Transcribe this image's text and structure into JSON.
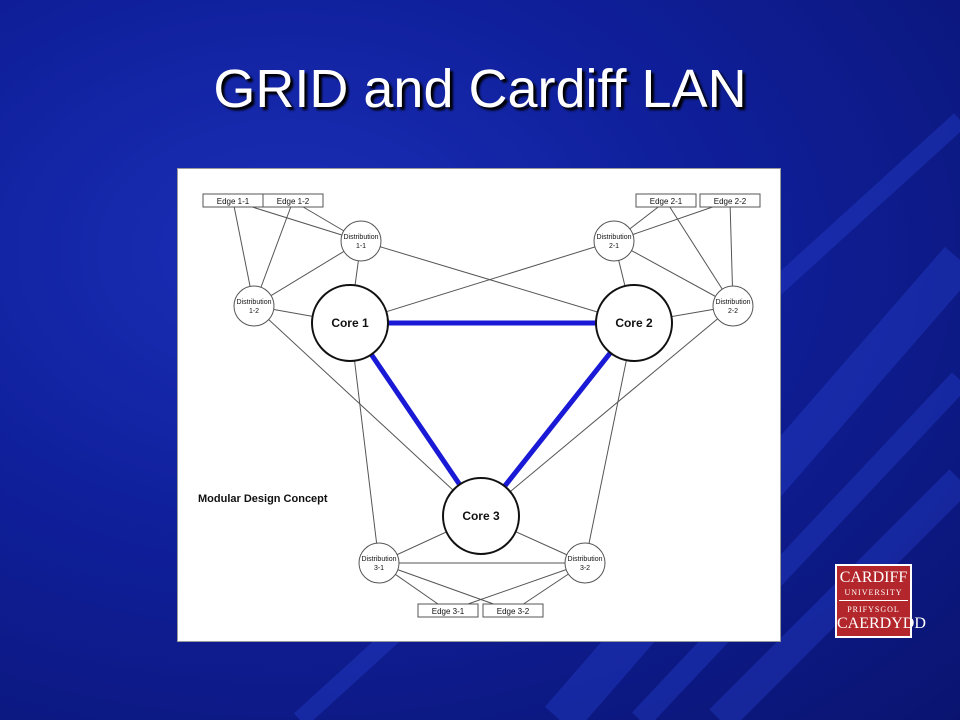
{
  "slide": {
    "title": "GRID and Cardiff LAN"
  },
  "diagram": {
    "caption": "Modular Design Concept",
    "cores": [
      {
        "id": "c1",
        "label": "Core 1"
      },
      {
        "id": "c2",
        "label": "Core 2"
      },
      {
        "id": "c3",
        "label": "Core 3"
      }
    ],
    "distributions": [
      {
        "id": "d11",
        "line1": "Distribution",
        "line2": "1-1"
      },
      {
        "id": "d12",
        "line1": "Distribution",
        "line2": "1-2"
      },
      {
        "id": "d21",
        "line1": "Distribution",
        "line2": "2-1"
      },
      {
        "id": "d22",
        "line1": "Distribution",
        "line2": "2-2"
      },
      {
        "id": "d31",
        "line1": "Distribution",
        "line2": "3-1"
      },
      {
        "id": "d32",
        "line1": "Distribution",
        "line2": "3-2"
      }
    ],
    "edges": [
      {
        "id": "e11",
        "label": "Edge 1-1"
      },
      {
        "id": "e12",
        "label": "Edge 1-2"
      },
      {
        "id": "e21",
        "label": "Edge 2-1"
      },
      {
        "id": "e22",
        "label": "Edge 2-2"
      },
      {
        "id": "e31",
        "label": "Edge 3-1"
      },
      {
        "id": "e32",
        "label": "Edge 3-2"
      }
    ],
    "core_links": [
      [
        "c1",
        "c2"
      ],
      [
        "c2",
        "c3"
      ],
      [
        "c3",
        "c1"
      ]
    ],
    "links": [
      [
        "e11",
        "d11"
      ],
      [
        "e11",
        "d12"
      ],
      [
        "e12",
        "d11"
      ],
      [
        "e12",
        "d12"
      ],
      [
        "e21",
        "d21"
      ],
      [
        "e21",
        "d22"
      ],
      [
        "e22",
        "d21"
      ],
      [
        "e22",
        "d22"
      ],
      [
        "e31",
        "d31"
      ],
      [
        "e31",
        "d32"
      ],
      [
        "e32",
        "d31"
      ],
      [
        "e32",
        "d32"
      ],
      [
        "d11",
        "d12"
      ],
      [
        "d21",
        "d22"
      ],
      [
        "d31",
        "d32"
      ],
      [
        "d11",
        "c1"
      ],
      [
        "d11",
        "c2"
      ],
      [
        "d12",
        "c1"
      ],
      [
        "d12",
        "c3"
      ],
      [
        "d21",
        "c1"
      ],
      [
        "d21",
        "c2"
      ],
      [
        "d22",
        "c2"
      ],
      [
        "d22",
        "c3"
      ],
      [
        "d31",
        "c1"
      ],
      [
        "d31",
        "c3"
      ],
      [
        "d32",
        "c2"
      ],
      [
        "d32",
        "c3"
      ]
    ],
    "colors": {
      "core_link": "#1a1ad6",
      "link": "#555555"
    }
  },
  "logo": {
    "line1": "CARDIFF",
    "line2": "UNIVERSITY",
    "line3": "PRIFYSGOL",
    "line4": "CAERDYDD",
    "color": "#b3262b"
  }
}
